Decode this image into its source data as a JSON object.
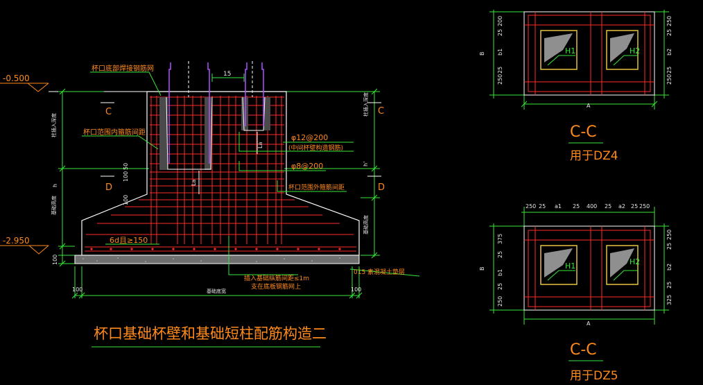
{
  "colors": {
    "background": "#000000",
    "rebar": "#ff2a2a",
    "outline": "#ffffff",
    "dimension": "#38e838",
    "annotation": "#ff8a1c",
    "cushion": "#9a9a9a",
    "grout": "#b050ff",
    "yellow_frame": "#e8c43a"
  },
  "main": {
    "title": "杯口基础杯壁和基础短柱配筋构造二",
    "elev_top": "-0.500",
    "elev_bottom": "-2.950",
    "lbl_mesh": "杯口底部焊接钢筋网",
    "lbl_stirrup_spacing": "杯口范围内箍筋间距",
    "lbl_15": "15",
    "lbl_phi12": "φ12@200",
    "lbl_phi12_note": "(中间杯壁构造钢筋)",
    "lbl_phi8": "φ8@200",
    "lbl_outer_stirrup": "杯口范围外箍筋间距",
    "lbl_6d": "6d且≥150",
    "lbl_insert_1": "插入基础纵筋间距≤1m",
    "lbl_insert_2": "支在底板钢筋网上",
    "lbl_cushion": "015 素混凝土垫层",
    "sec_c_left": "C",
    "sec_c_right": "C",
    "sec_d_left": "D",
    "sec_d_right": "D",
    "dim_100_bottom_left": "100",
    "dim_100_bottom_right": "100",
    "dim_100_cushion": "100",
    "dim_100_side": "100",
    "dim_50": "50",
    "dim_100_mid": "100",
    "dim_width": "基础底宽",
    "dim_h": "h",
    "dim_h1": "h'",
    "dim_la": "La",
    "dim_la2": "La",
    "dim_left_upper": "柱插入深度",
    "dim_left_lower": "基础高度",
    "dim_right_upper": "柱插入深度",
    "dim_right_lower": "基础高度"
  },
  "section_top": {
    "title": "C-C",
    "usage": "用于DZ4",
    "label_a": "A",
    "label_b": "B",
    "hole1": "H1",
    "hole2": "H2",
    "dims_left": [
      "250",
      "25",
      "b1",
      "25",
      "200"
    ],
    "dims_right": [
      "250",
      "25",
      "b2",
      "25",
      "250"
    ]
  },
  "section_bottom": {
    "title": "C-C",
    "usage": "用于DZ5",
    "label_a": "A",
    "label_b": "B",
    "hole1": "H1",
    "hole2": "H2",
    "dims_top": [
      "250",
      "25",
      "a1",
      "25",
      "400",
      "25",
      "a2",
      "25",
      "250"
    ],
    "dims_left": [
      "250",
      "25",
      "b1",
      "25",
      "375"
    ],
    "dims_right": [
      "325",
      "25",
      "b2",
      "25",
      "250"
    ]
  }
}
